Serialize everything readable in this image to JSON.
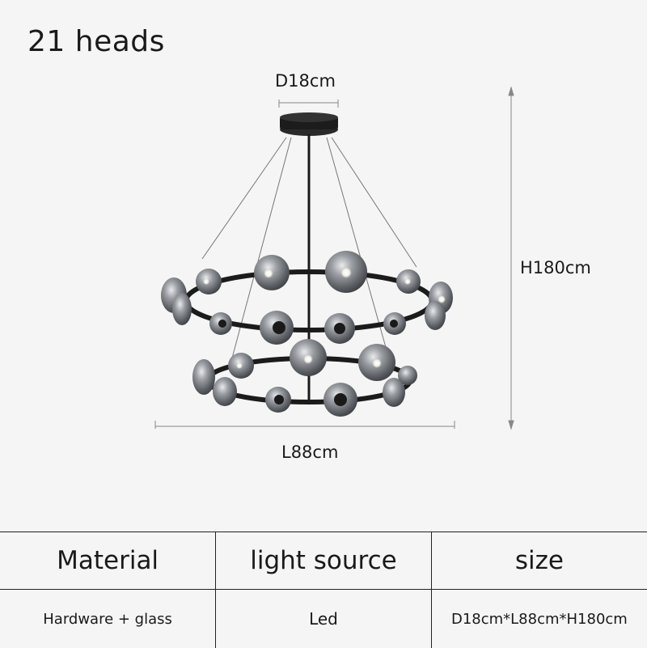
{
  "title": "21 heads",
  "dimensions": {
    "diameter_canopy": "D18cm",
    "height": "H180cm",
    "length": "L88cm"
  },
  "spec_table": {
    "headers": [
      "Material",
      "light source",
      "size"
    ],
    "values": [
      "Hardware + glass",
      "Led",
      "D18cm*L88cm*H180cm"
    ]
  },
  "colors": {
    "background": "#f5f5f5",
    "frame": "#1b1b1b",
    "glass": "#7a7d82",
    "dimension_line": "#888888"
  }
}
